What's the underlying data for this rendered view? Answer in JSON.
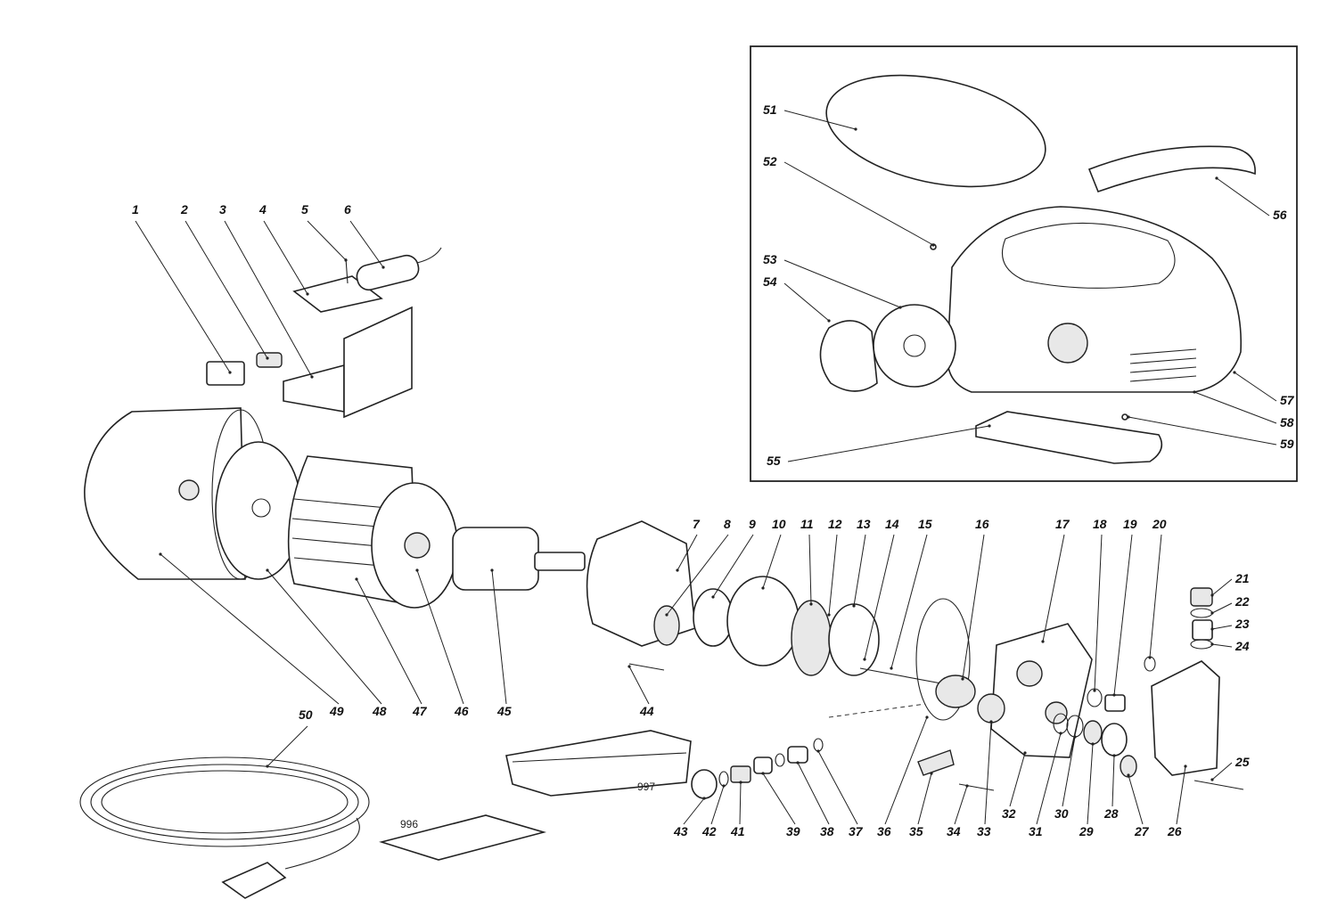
{
  "diagram": {
    "part_numbers": [
      "1",
      "2",
      "3",
      "4",
      "5",
      "6",
      "7",
      "8",
      "9",
      "10",
      "11",
      "12",
      "13",
      "14",
      "15",
      "16",
      "17",
      "18",
      "19",
      "20",
      "21",
      "22",
      "23",
      "24",
      "25",
      "26",
      "27",
      "28",
      "29",
      "30",
      "31",
      "32",
      "33",
      "34",
      "35",
      "36",
      "37",
      "38",
      "39",
      "41",
      "42",
      "43",
      "44",
      "45",
      "46",
      "47",
      "48",
      "49",
      "50",
      "51",
      "52",
      "53",
      "54",
      "55",
      "56",
      "57",
      "58",
      "59"
    ],
    "doc_labels": [
      "996",
      "997"
    ]
  }
}
